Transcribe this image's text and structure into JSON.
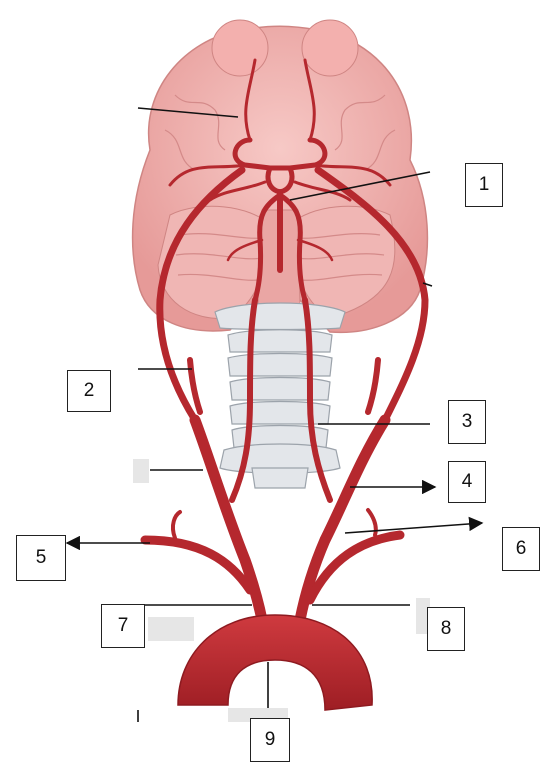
{
  "labels": [
    {
      "id": "1",
      "text": "1"
    },
    {
      "id": "2",
      "text": "2"
    },
    {
      "id": "3",
      "text": "3"
    },
    {
      "id": "4",
      "text": "4"
    },
    {
      "id": "5",
      "text": "5"
    },
    {
      "id": "6",
      "text": "6"
    },
    {
      "id": "7",
      "text": "7"
    },
    {
      "id": "8",
      "text": "8"
    },
    {
      "id": "9",
      "text": "9"
    }
  ],
  "colors": {
    "artery": "#b5282e",
    "artery_dark": "#8e1a20",
    "brain": "#f2b2b0",
    "brain_fold": "#d98c8b",
    "bone": "#e3e6ea",
    "bone_edge": "#9ca3ab",
    "leader": "#111111"
  }
}
